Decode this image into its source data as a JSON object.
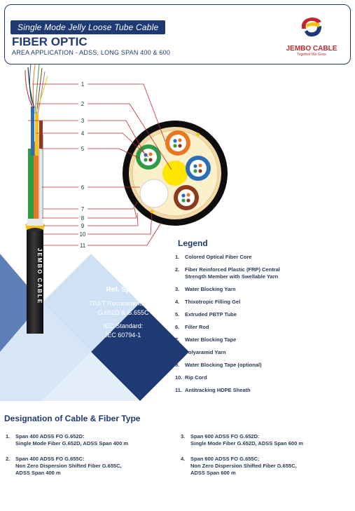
{
  "header": {
    "subtitle": "Single Mode Jelly Loose Tube Cable",
    "title": "FIBER OPTIC",
    "area": "AREA APPLICATION - ADSS, LONG SPAN 400 & 600"
  },
  "logo": {
    "name": "JEMBO CABLE",
    "tagline": "Together We Grow"
  },
  "cable_print": "JEMBO CABLE",
  "callouts": [
    "1",
    "2",
    "3",
    "4",
    "5",
    "6",
    "7",
    "8",
    "9",
    "10",
    "11"
  ],
  "legend": {
    "title": "Legend",
    "items": [
      {
        "num": "1.",
        "text": "Colored Optical Fiber Core"
      },
      {
        "num": "2.",
        "text": "Fiber Reinforced Plastic (FRP) Central Strength Member with Swellable Yarn"
      },
      {
        "num": "3.",
        "text": "Water Blocking Yarn"
      },
      {
        "num": "4.",
        "text": "Thixotropic Filling Gel"
      },
      {
        "num": "5.",
        "text": "Extruded PBTP Tube"
      },
      {
        "num": "6.",
        "text": "Filler Rod"
      },
      {
        "num": "7.",
        "text": "Water Blocking Tape"
      },
      {
        "num": "8.",
        "text": "Polyaramid Yarn"
      },
      {
        "num": "9.",
        "text": "Water Blocking Tape (optional)"
      },
      {
        "num": "10.",
        "text": "Rip Cord"
      },
      {
        "num": "11.",
        "text": "Antitracking HDPE Sheath"
      }
    ]
  },
  "ref_spec": {
    "title": "Ref. Spec:",
    "line1": "ITU-T Recommendation",
    "line2": "G.652D & G.655C",
    "line3": "IEC Standard:",
    "line4": "IEC 60794-1"
  },
  "designation": {
    "title": "Designation of Cable & Fiber Type",
    "items": [
      {
        "num": "1.",
        "line1": "Span 400 ADSS FO G.652D:",
        "line2": "Single Mode Fiber G.652D, ADSS Span 400 m",
        "line3": ""
      },
      {
        "num": "2.",
        "line1": "Span 400 ADSS FO G.655C:",
        "line2": "Non Zero Dispersion Shifted Fiber G.655C,",
        "line3": "ADSS Span 400 m"
      },
      {
        "num": "3.",
        "line1": "Span 600 ADSS FO G.652D:",
        "line2": "Single Mode Fiber G.652D, ADSS Span 600 m",
        "line3": ""
      },
      {
        "num": "4.",
        "line1": "Span 600 ADSS FO G.655C:",
        "line2": "Non Zero Dispersion Shifted Fiber G.655C,",
        "line3": "ADSS Span 600 m"
      }
    ]
  },
  "colors": {
    "navy": "#1f3a72",
    "red": "#c0272d",
    "tube_orange": "#e87722",
    "tube_green": "#2e9c47",
    "tube_blue": "#2d6fb7",
    "tube_brown": "#8b3a1f",
    "core_yellow": "#ffe600"
  }
}
